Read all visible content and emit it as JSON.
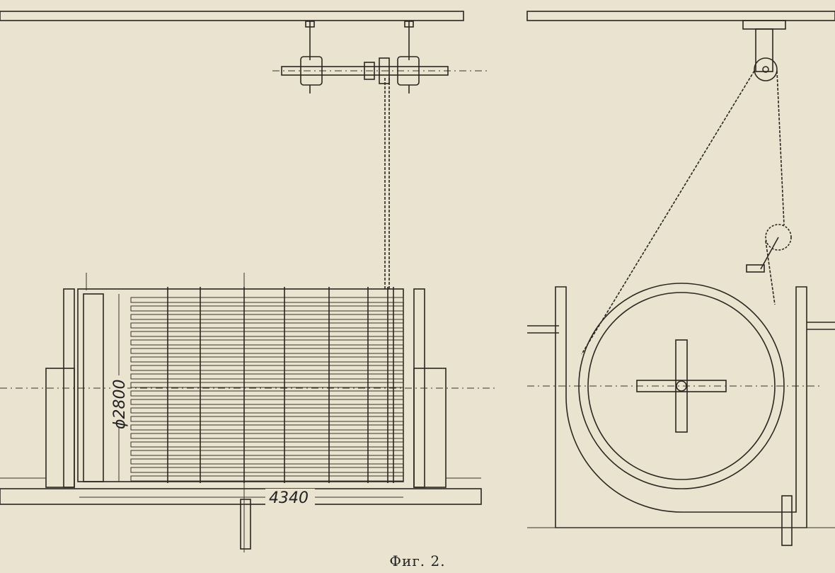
{
  "figure": {
    "caption": "Фиг. 2.",
    "dimensions": {
      "drum_diameter": "ϕ2800",
      "drum_length": "4340"
    }
  },
  "colors": {
    "paper": "#e9e3d0",
    "ink": "#2b2720"
  }
}
